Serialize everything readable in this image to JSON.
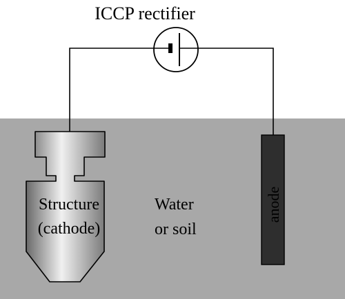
{
  "title": "ICCP rectifier",
  "structure": {
    "line1": "Structure",
    "line2": "(cathode)"
  },
  "medium": {
    "line1": "Water",
    "line2": "or soil"
  },
  "anode": {
    "label": "anode"
  },
  "colors": {
    "ground": "#a8a8a8",
    "wire": "#000000",
    "anode_fill": "#2e2e2e",
    "anode_text": "#ffffff",
    "structure_light": "#f0f0f0",
    "structure_mid": "#c4c4c4",
    "structure_dark": "#6a6a6a"
  },
  "icons": {
    "rectifier": "dc-battery-source-symbol"
  }
}
